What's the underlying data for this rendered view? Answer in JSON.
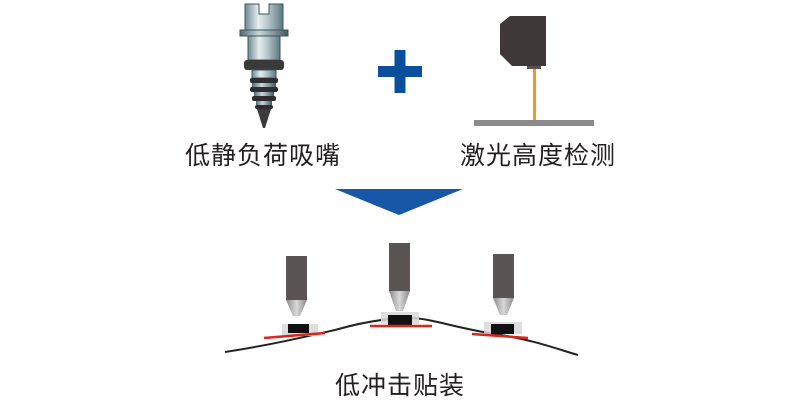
{
  "labels": {
    "nozzle": "低静负荷吸嘴",
    "laser": "激光高度检测",
    "result": "低冲击贴装"
  },
  "colors": {
    "plus": "#0a4f9c",
    "arrow": "#1657a8",
    "laser_beam": "#f39a1e",
    "sensor_body": "#3f3838",
    "substrate_line": "#222222",
    "component_pad": "#d9261c",
    "component_body": "#111111",
    "nozzle_tip": "#5a5454"
  },
  "icons": {
    "nozzle": "suction-nozzle-icon",
    "laser": "laser-height-sensor-icon",
    "plus": "plus-icon",
    "arrow": "down-arrow-icon"
  }
}
